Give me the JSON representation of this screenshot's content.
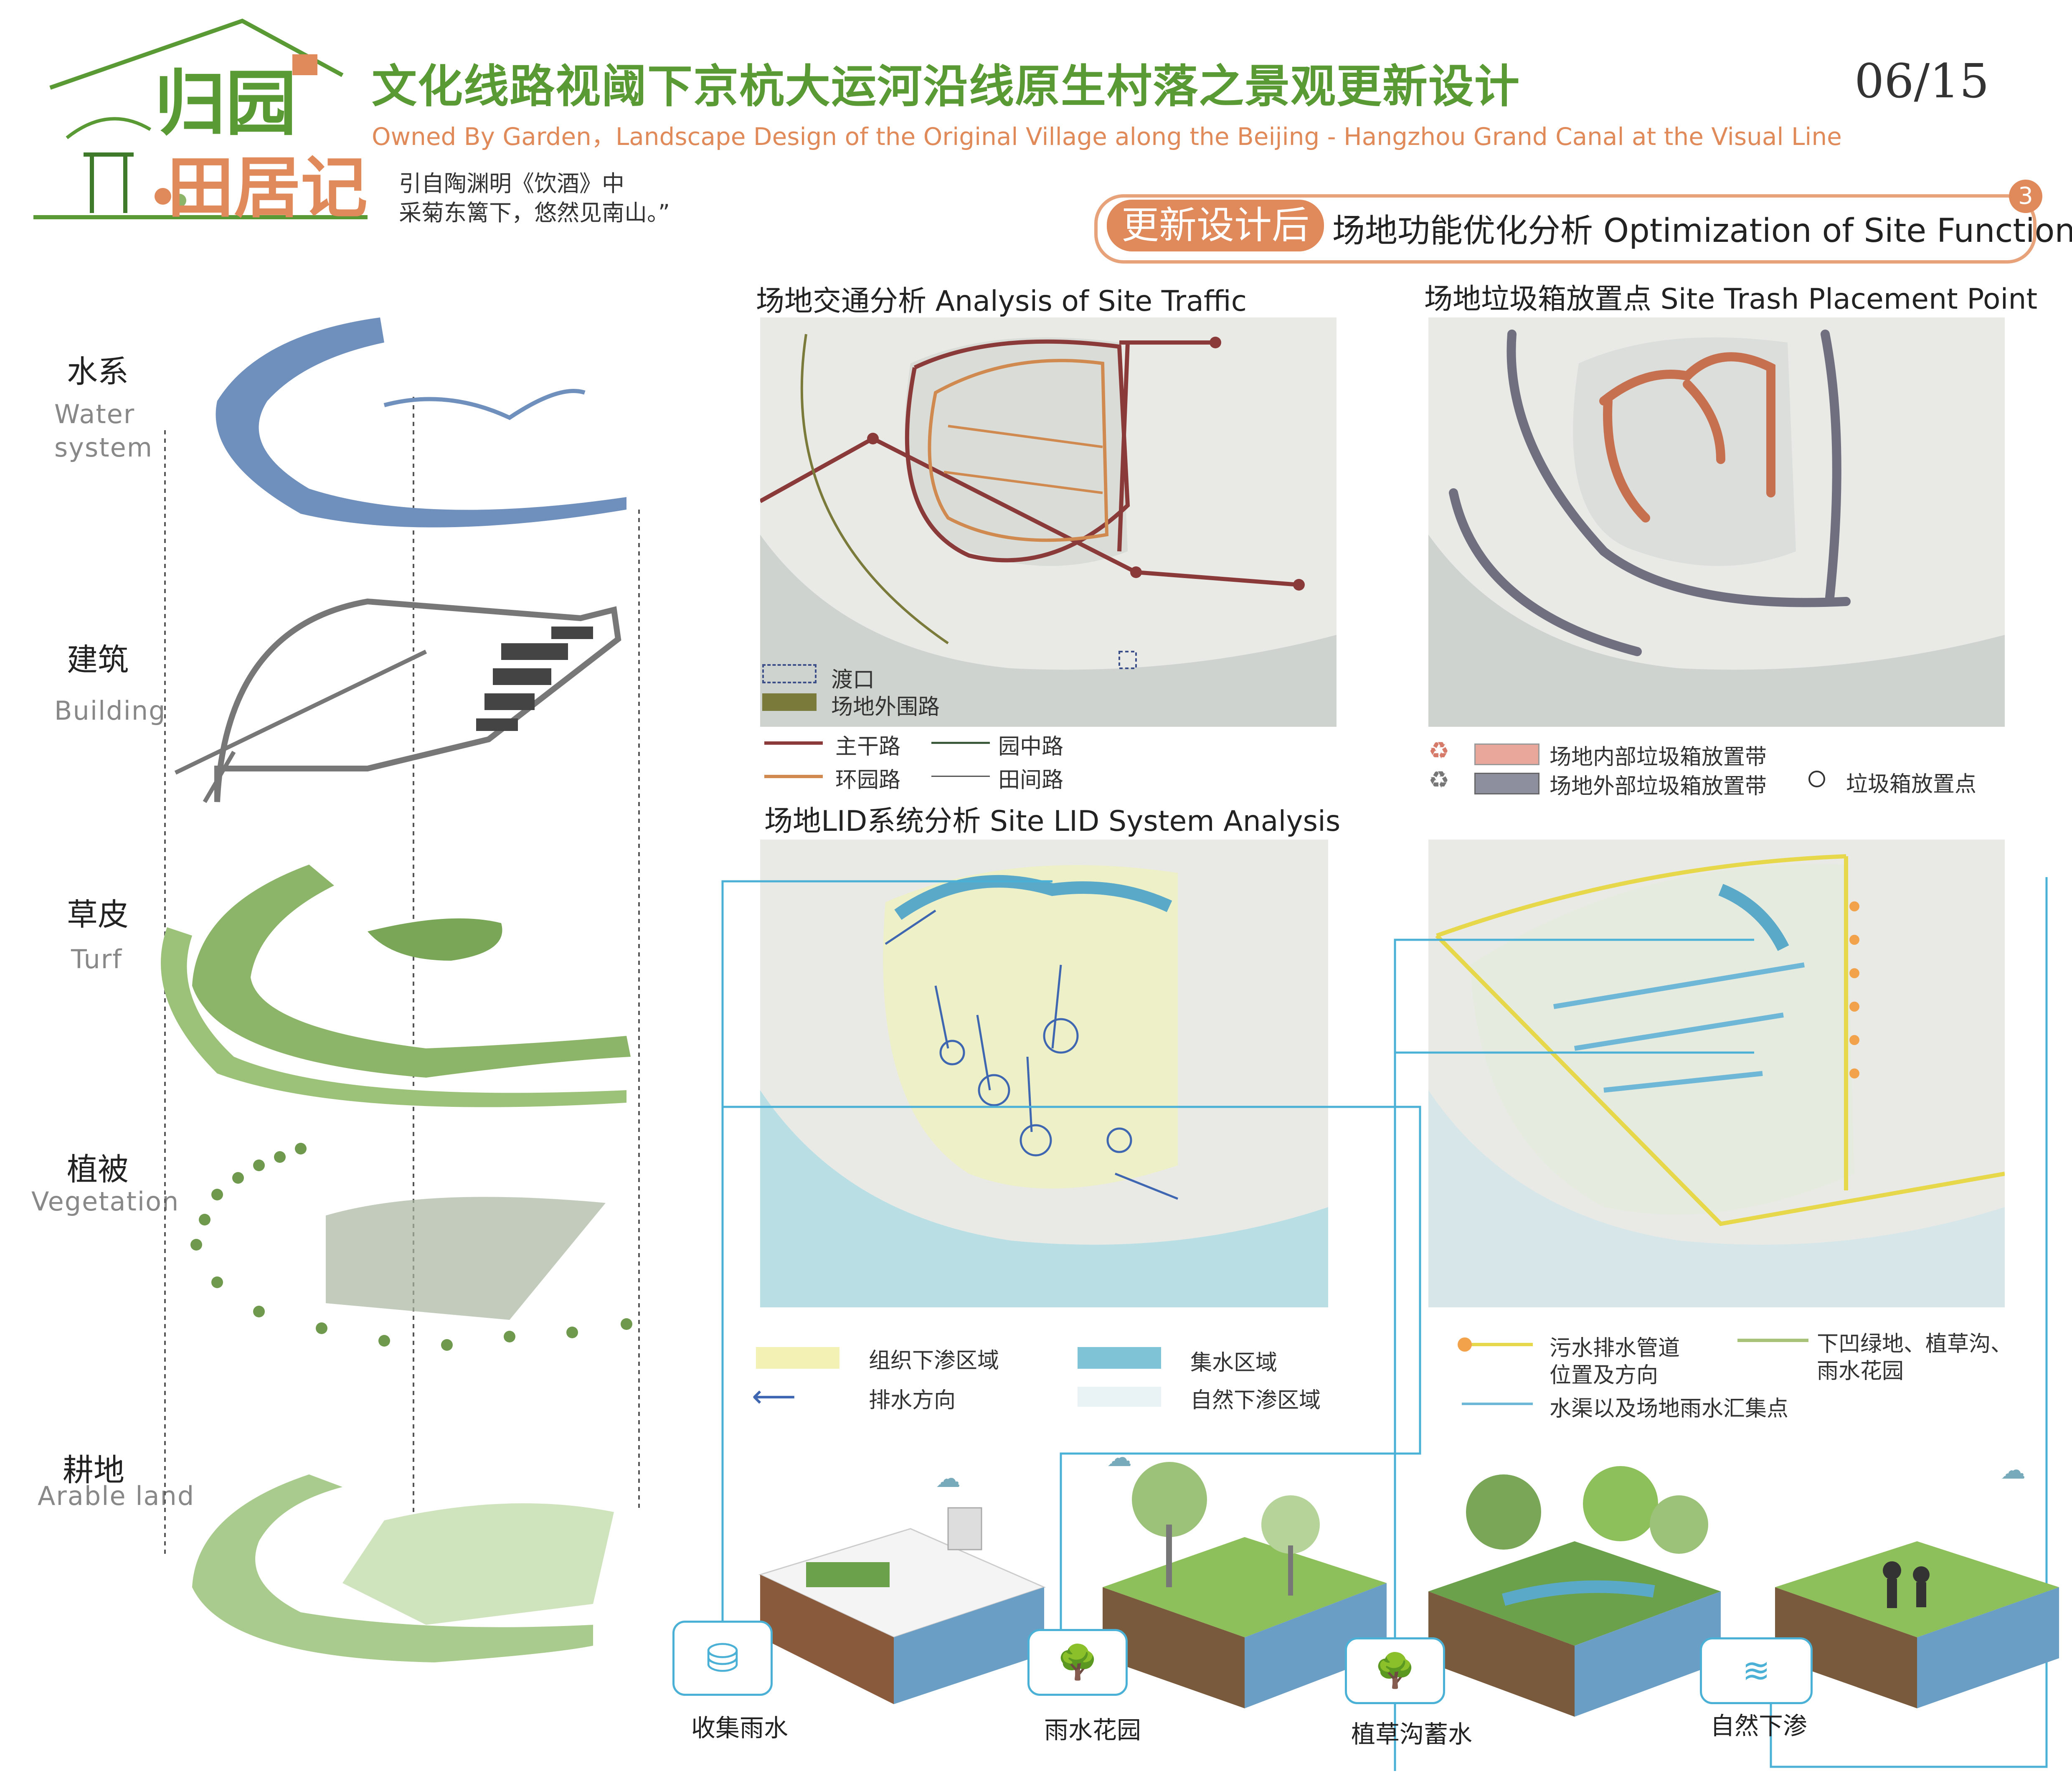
{
  "header": {
    "logo_text_1": "归园",
    "logo_text_2": "田居记",
    "title": "文化线路视阈下京杭大运河沿线原生村落之景观更新设计",
    "subtitle": "Owned By Garden，Landscape Design of the Original Village along the Beijing - Hangzhou Grand Canal at the Visual Line",
    "page_number": "06/15",
    "quote_line1": "引自陶渊明《饮酒》中",
    "quote_line2": "采菊东篱下，悠然见南山。”"
  },
  "section": {
    "tag": "更新设计后",
    "title": "场地功能优化分析 Optimization of Site Function",
    "number": "3"
  },
  "layers": [
    {
      "cn": "水系",
      "en_1": "Water",
      "en_2": "system"
    },
    {
      "cn": "建筑",
      "en_1": "Building",
      "en_2": ""
    },
    {
      "cn": "草皮",
      "en_1": "Turf",
      "en_2": ""
    },
    {
      "cn": "植被",
      "en_1": "Vegetation",
      "en_2": ""
    },
    {
      "cn": "耕地",
      "en_1": "Arable land",
      "en_2": ""
    }
  ],
  "traffic": {
    "title": "场地交通分析 Analysis of Site Traffic",
    "legend": {
      "ferry": "渡口",
      "outer_road": "场地外围路",
      "main_road": "主干路",
      "garden_road": "园中路",
      "ring_road": "环园路",
      "field_road": "田间路"
    }
  },
  "trash": {
    "title": "场地垃圾箱放置点 Site Trash Placement Point",
    "legend": {
      "inner": "场地内部垃圾箱放置带",
      "outer": "场地外部垃圾箱放置带",
      "point": "垃圾箱放置点"
    }
  },
  "lid": {
    "title": "场地LID系统分析 Site LID System Analysis",
    "legend": {
      "infiltration_org": "组织下渗区域",
      "drain_dir": "排水方向",
      "collect_area": "集水区域",
      "natural_inf": "自然下渗区域"
    }
  },
  "sewage": {
    "legend": {
      "pipe_1": "污水排水管道",
      "pipe_2": "位置及方向",
      "green_1": "下凹绿地、植草沟、",
      "green_2": "雨水花园",
      "channel": "水渠以及场地雨水汇集点"
    }
  },
  "captions": [
    "收集雨水",
    "雨水花园",
    "植草沟蓄水",
    "自然下渗"
  ],
  "colors": {
    "green": "#5a9a35",
    "orange": "#e0895a",
    "water_blue": "#6f8fbd",
    "turf_green": "#8db56a",
    "lid_cyan": "#4ab0d6"
  }
}
